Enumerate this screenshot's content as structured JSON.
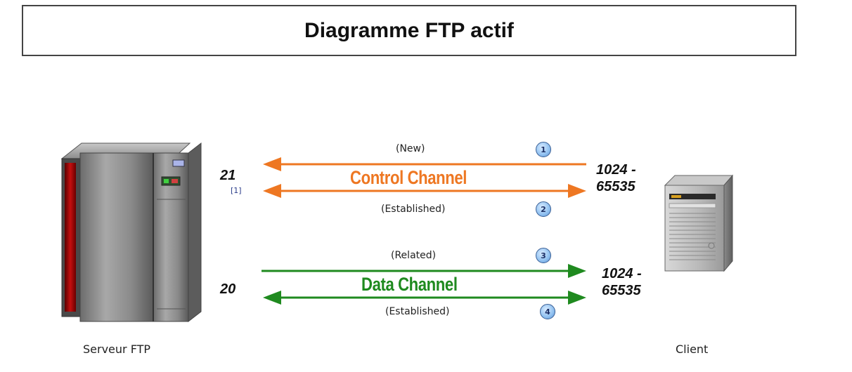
{
  "title": "Diagramme FTP actif",
  "server": {
    "label": "Serveur FTP",
    "control_port": "21",
    "control_ref": "[1]",
    "data_port": "20"
  },
  "client": {
    "label": "Client",
    "control_port": "1024 -\n65535",
    "data_port": "1024 -\n65535"
  },
  "control_channel": {
    "label": "Control Channel",
    "color": "#ee7722",
    "new_label": "(New)",
    "established_label": "(Established)",
    "step_new": "1",
    "step_established": "2"
  },
  "data_channel": {
    "label": "Data Channel",
    "color": "#1f8a1f",
    "related_label": "(Related)",
    "established_label": "(Established)",
    "step_related": "3",
    "step_established": "4"
  }
}
